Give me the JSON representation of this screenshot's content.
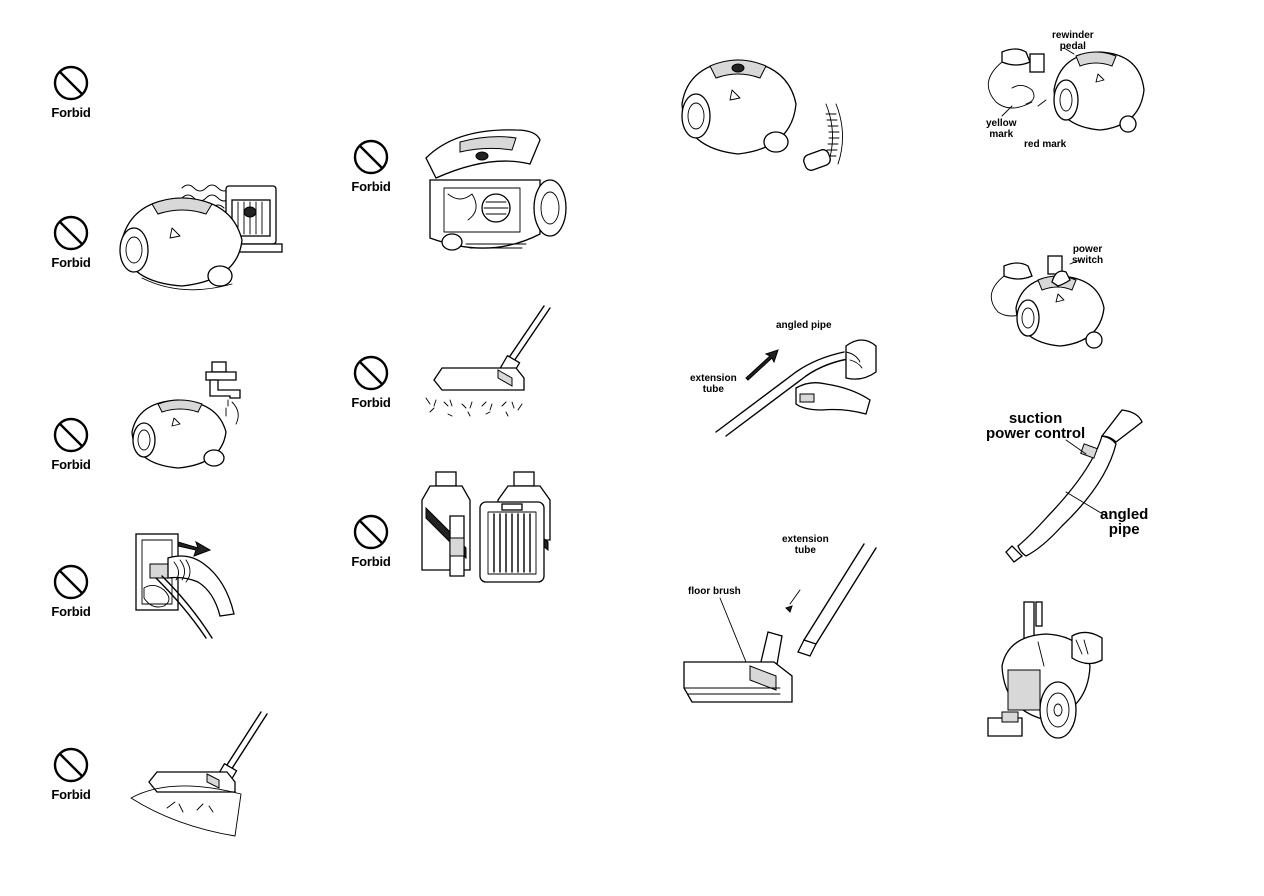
{
  "forbid": {
    "label": "Forbid",
    "icon": "prohibition-icon"
  },
  "labels": {
    "angled_pipe_small": "angled pipe",
    "extension_tube_small": "extension\ntube",
    "extension_tube_bottom": "extension\ntube",
    "floor_brush": "floor brush",
    "rewinder_pedal": "rewinder\npedal",
    "yellow_mark": "yellow\nmark",
    "red_mark": "red mark",
    "power_switch": "power\nswitch",
    "suction_power_control": "suction\npower control",
    "angled_pipe_big": "angled\npipe"
  },
  "colors": {
    "ink": "#000000",
    "background": "#ffffff"
  }
}
